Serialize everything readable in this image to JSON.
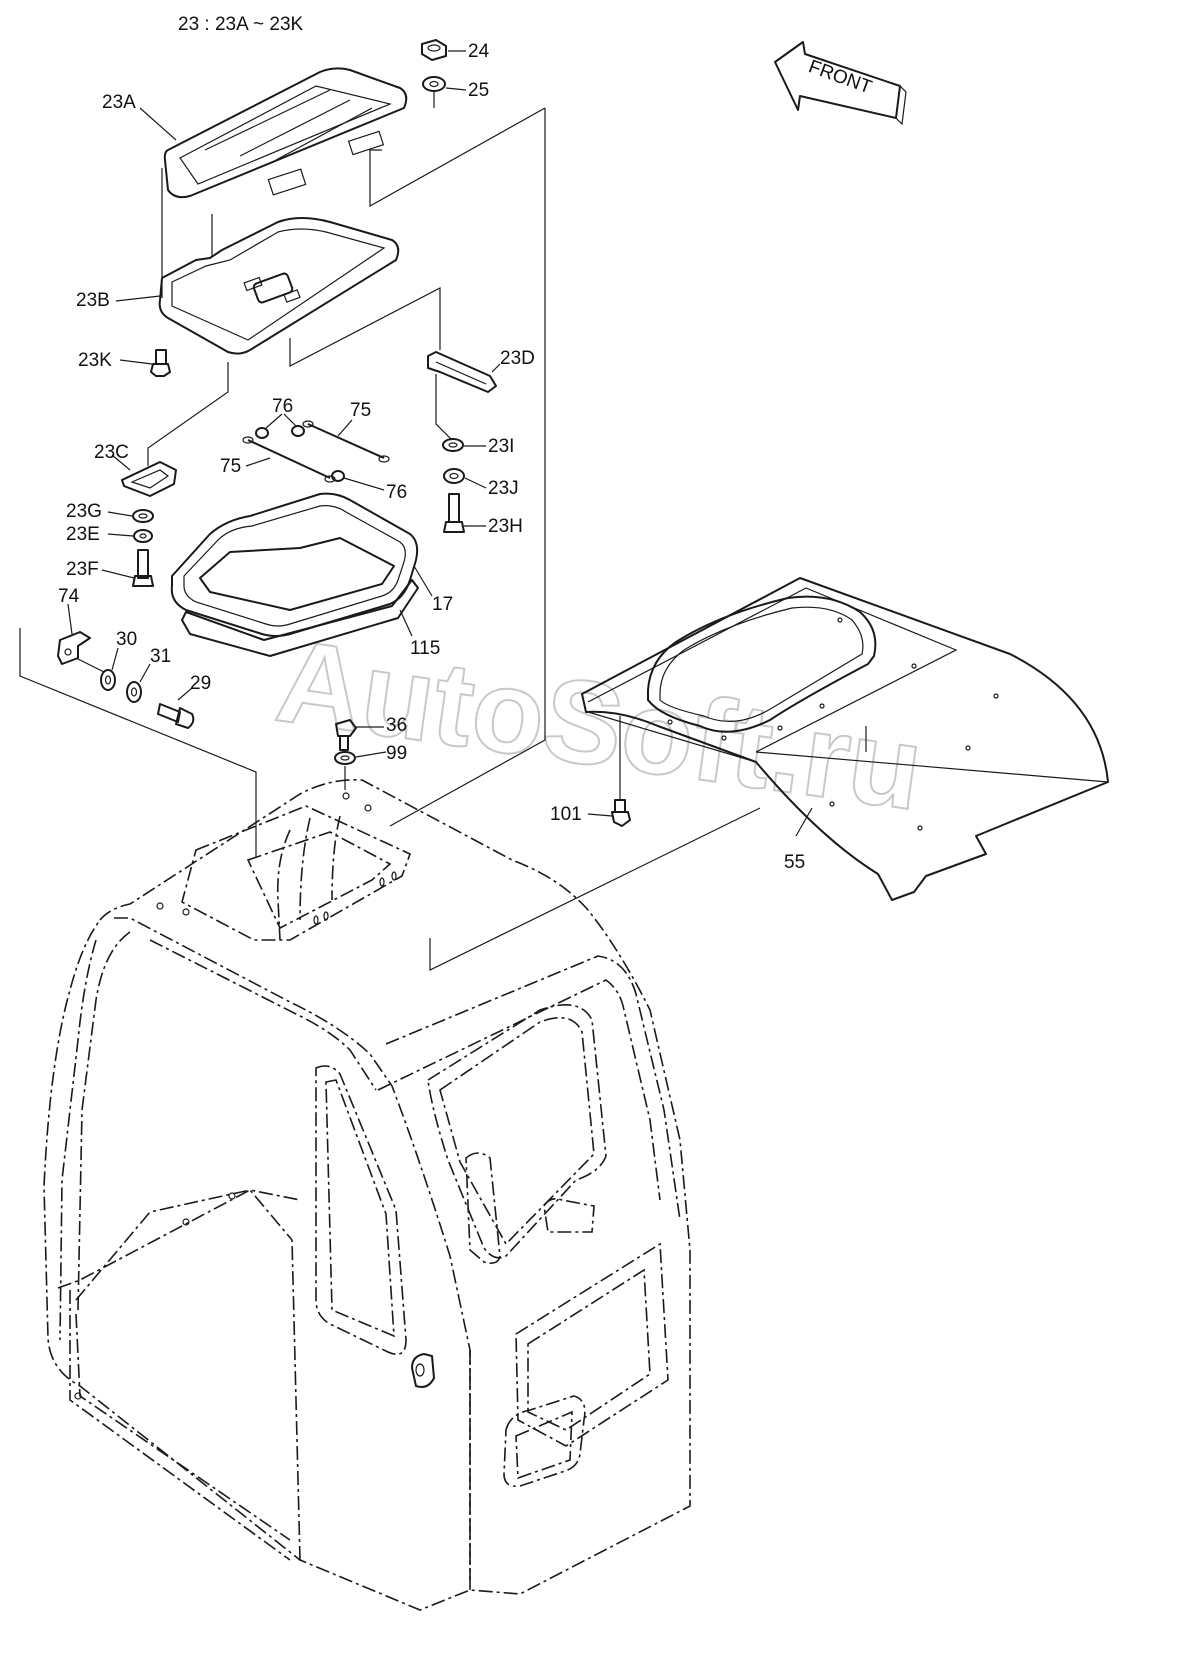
{
  "header": {
    "group_note": "23 : 23A ~ 23K"
  },
  "direction_arrow": {
    "text": "FRONT"
  },
  "watermark": {
    "text": "AutoSoft.ru"
  },
  "callouts": {
    "c24": "24",
    "c25": "25",
    "c23A": "23A",
    "c23B": "23B",
    "c23K": "23K",
    "c23D": "23D",
    "c76a": "76",
    "c75a": "75",
    "c75b": "75",
    "c76b": "76",
    "c23I": "23I",
    "c23J": "23J",
    "c23H": "23H",
    "c23C": "23C",
    "c23G": "23G",
    "c23E": "23E",
    "c23F": "23F",
    "c17": "17",
    "c115": "115",
    "c74": "74",
    "c30": "30",
    "c31": "31",
    "c29": "29",
    "c36": "36",
    "c99": "99",
    "c101": "101",
    "c55": "55"
  },
  "colors": {
    "line": "#1a1a1a",
    "watermark": "#c9c9c9",
    "background": "#ffffff"
  }
}
